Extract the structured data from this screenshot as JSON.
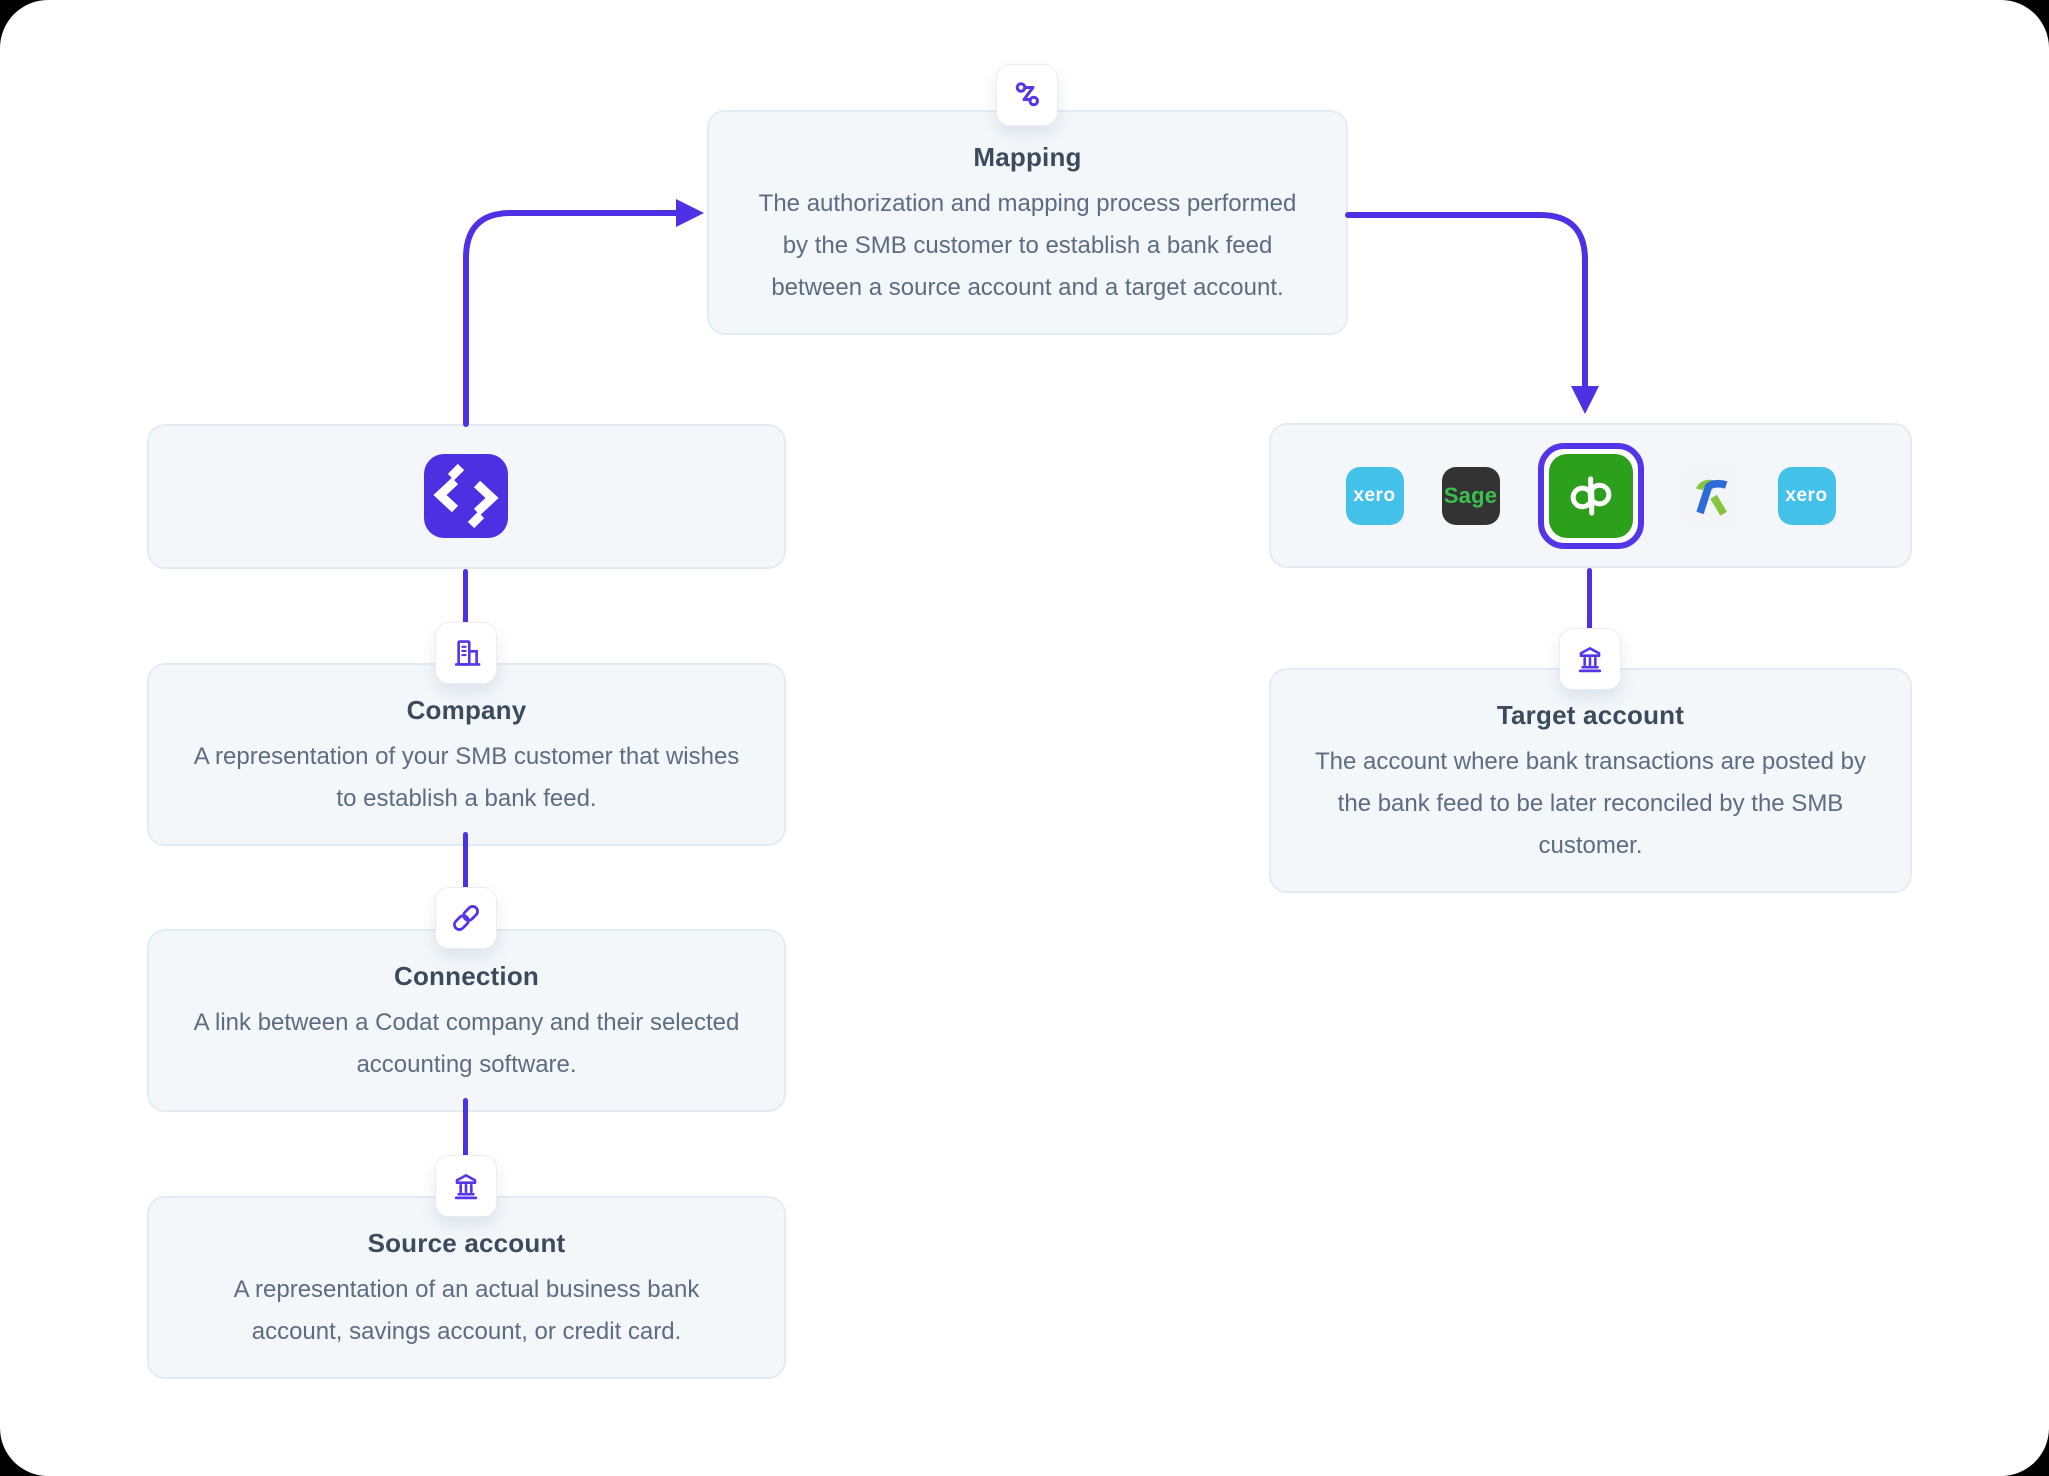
{
  "diagram": {
    "mapping": {
      "title": "Mapping",
      "body": "The authorization and mapping process performed by the SMB customer to establish a bank feed between a source account and a target account.",
      "icon": "route-icon"
    },
    "company": {
      "title": "Company",
      "body": "A representation of your SMB customer that wishes to establish a bank feed.",
      "icon": "building-icon"
    },
    "connection": {
      "title": "Connection",
      "body": "A link between a Codat company and their selected accounting software.",
      "icon": "link-icon"
    },
    "source_account": {
      "title": "Source account",
      "body": "A representation of an actual business bank account, savings account, or credit card.",
      "icon": "bank-icon"
    },
    "target_account": {
      "title": "Target account",
      "body": "The account where bank transactions are posted by the bank feed to be later reconciled by the SMB customer.",
      "icon": "bank-icon"
    },
    "codat_node": {
      "icon": "codat-logo"
    },
    "integrations": {
      "selected": "quickbooks",
      "xero_label": "xero",
      "sage_label": "Sage",
      "quickbooks_icon": "quickbooks-qb-logo",
      "freeagent_icon": "freeagent-logo",
      "items": [
        "xero",
        "sage",
        "quickbooks",
        "freeagent",
        "xero"
      ]
    },
    "colors": {
      "accent_purple": "#4e31e4",
      "icon_purple": "#5436e8",
      "box_background": "#f3f7fa",
      "box_border": "#e3ecf4",
      "title_text": "#3c4a5e",
      "body_text": "#5d6c83",
      "xero_blue": "#43c1e9",
      "sage_dark": "#333333",
      "sage_green": "#38c24b",
      "quickbooks_green": "#2ca01c",
      "freeagent_blue": "#2f6bd8",
      "freeagent_green": "#86c440"
    }
  }
}
